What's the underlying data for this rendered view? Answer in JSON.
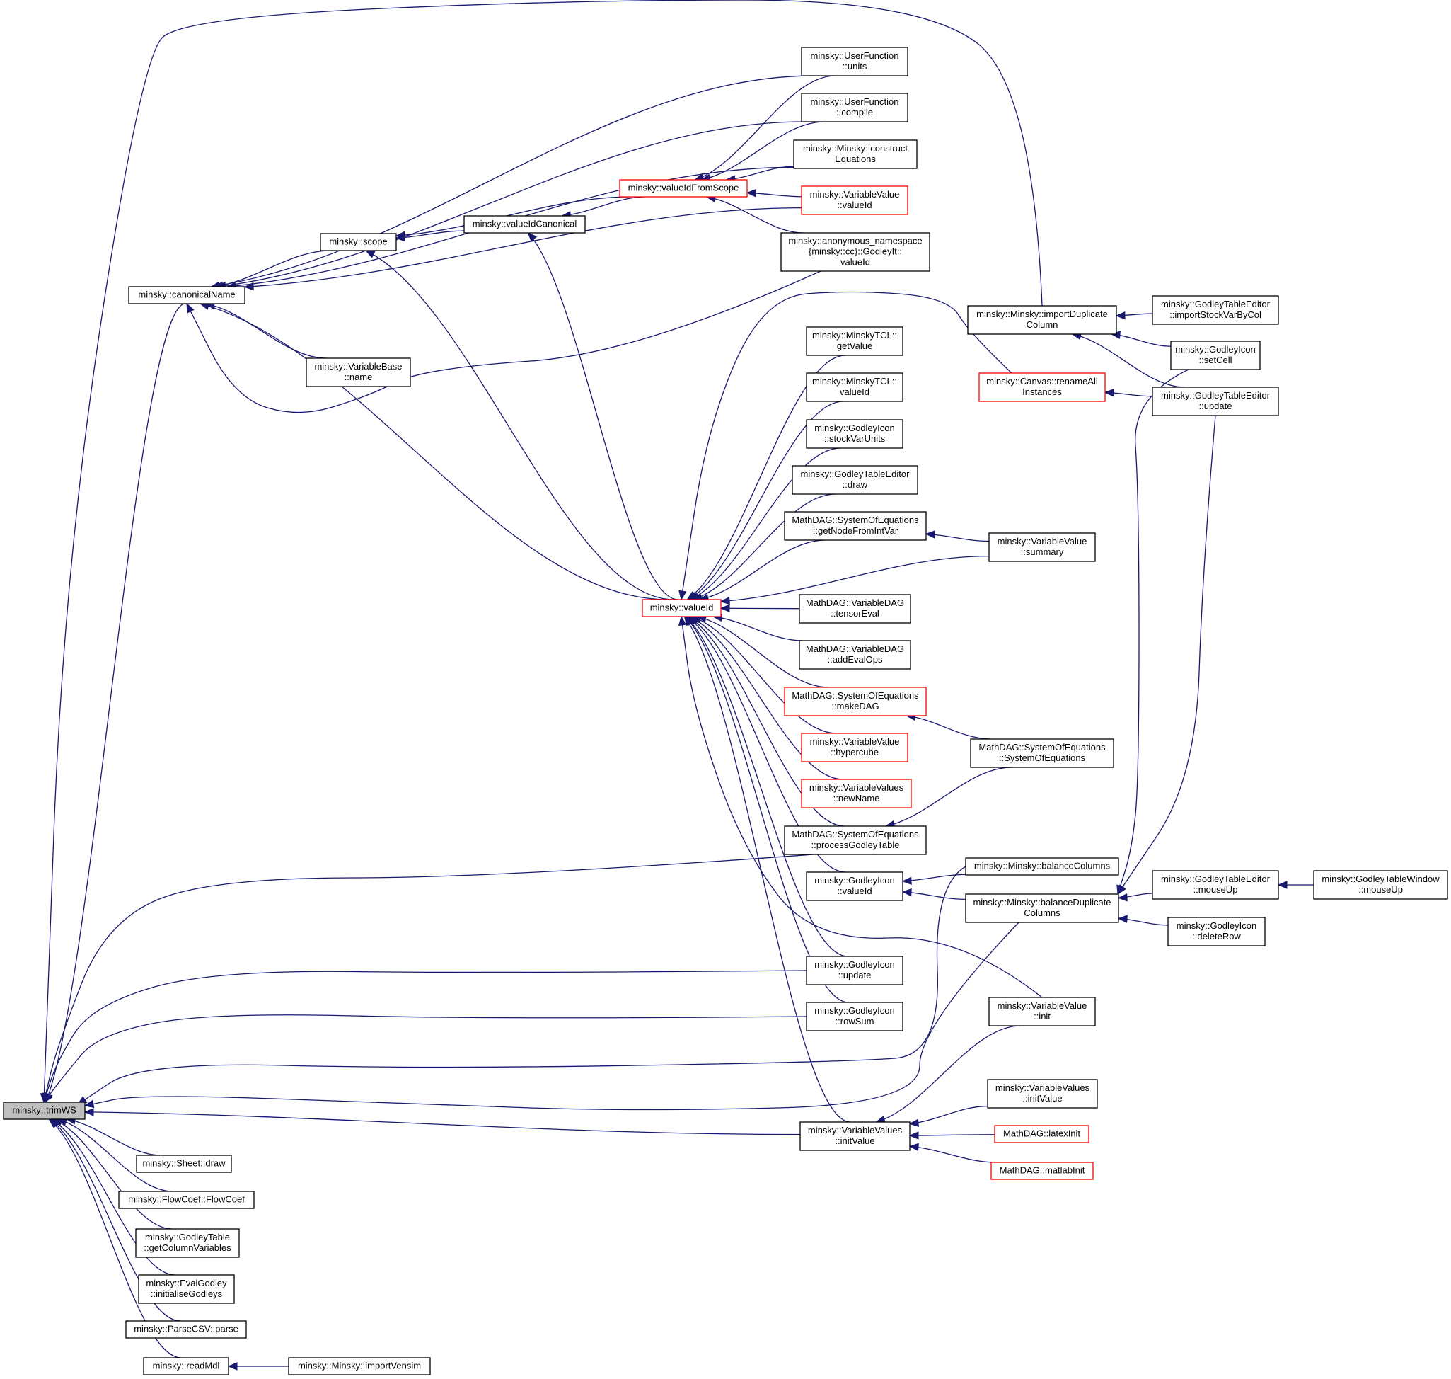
{
  "diagram": {
    "title": "Caller graph of minsky::trimWS",
    "colors": {
      "edge": "#191970",
      "root_fill": "#bfbfbf",
      "highlight_border": "#ff0000",
      "border": "#000000"
    },
    "nodes": {
      "trimWS": {
        "lines": [
          "minsky::trimWS"
        ],
        "style": "root"
      },
      "canonicalName": {
        "lines": [
          "minsky::canonicalName"
        ]
      },
      "scope": {
        "lines": [
          "minsky::scope"
        ]
      },
      "valueIdCanonical": {
        "lines": [
          "minsky::valueIdCanonical"
        ]
      },
      "valueIdFromScope": {
        "lines": [
          "minsky::valueIdFromScope"
        ],
        "style": "red"
      },
      "uf_units": {
        "lines": [
          "minsky::UserFunction",
          "::units"
        ]
      },
      "uf_compile": {
        "lines": [
          "minsky::UserFunction",
          "::compile"
        ]
      },
      "constructEquations": {
        "lines": [
          "minsky::Minsky::construct",
          "Equations"
        ]
      },
      "vv_valueId": {
        "lines": [
          "minsky::VariableValue",
          "::valueId"
        ],
        "style": "red"
      },
      "anon_valueId": {
        "lines": [
          "minsky::anonymous_namespace",
          "{minsky::cc}::GodleyIt::",
          "valueId"
        ]
      },
      "vb_name": {
        "lines": [
          "minsky::VariableBase",
          "::name"
        ]
      },
      "importDuplicateColumn": {
        "lines": [
          "minsky::Minsky::importDuplicate",
          "Column"
        ]
      },
      "gte_importStockVarByCol": {
        "lines": [
          "minsky::GodleyTableEditor",
          "::importStockVarByCol"
        ]
      },
      "gi_setCell": {
        "lines": [
          "minsky::GodleyIcon",
          "::setCell"
        ]
      },
      "gte_update": {
        "lines": [
          "minsky::GodleyTableEditor",
          "::update"
        ]
      },
      "renameAllInstances": {
        "lines": [
          "minsky::Canvas::renameAll",
          "Instances"
        ],
        "style": "red"
      },
      "tcl_getValue": {
        "lines": [
          "minsky::MinskyTCL::",
          "getValue"
        ]
      },
      "tcl_valueId": {
        "lines": [
          "minsky::MinskyTCL::",
          "valueId"
        ]
      },
      "gi_stockVarUnits": {
        "lines": [
          "minsky::GodleyIcon",
          "::stockVarUnits"
        ]
      },
      "gte_draw": {
        "lines": [
          "minsky::GodleyTableEditor",
          "::draw"
        ]
      },
      "soe_getNode": {
        "lines": [
          "MathDAG::SystemOfEquations",
          "::getNodeFromIntVar"
        ]
      },
      "vv_summary": {
        "lines": [
          "minsky::VariableValue",
          "::summary"
        ]
      },
      "valueId": {
        "lines": [
          "minsky::valueId"
        ],
        "style": "red"
      },
      "vdag_tensorEval": {
        "lines": [
          "MathDAG::VariableDAG",
          "::tensorEval"
        ]
      },
      "vdag_addEvalOps": {
        "lines": [
          "MathDAG::VariableDAG",
          "::addEvalOps"
        ]
      },
      "soe_makeDAG": {
        "lines": [
          "MathDAG::SystemOfEquations",
          "::makeDAG"
        ],
        "style": "red"
      },
      "soe_ctor": {
        "lines": [
          "MathDAG::SystemOfEquations",
          "::SystemOfEquations"
        ]
      },
      "vv_hypercube": {
        "lines": [
          "minsky::VariableValue",
          "::hypercube"
        ],
        "style": "red"
      },
      "vvs_newName": {
        "lines": [
          "minsky::VariableValues",
          "::newName"
        ],
        "style": "red"
      },
      "soe_processGodley": {
        "lines": [
          "MathDAG::SystemOfEquations",
          "::processGodleyTable"
        ]
      },
      "gi_valueId": {
        "lines": [
          "minsky::GodleyIcon",
          "::valueId"
        ]
      },
      "balanceColumns": {
        "lines": [
          "minsky::Minsky::balanceColumns"
        ]
      },
      "balanceDuplicateColumns": {
        "lines": [
          "minsky::Minsky::balanceDuplicate",
          "Columns"
        ]
      },
      "gte_mouseUp": {
        "lines": [
          "minsky::GodleyTableEditor",
          "::mouseUp"
        ]
      },
      "gtw_mouseUp": {
        "lines": [
          "minsky::GodleyTableWindow",
          "::mouseUp"
        ]
      },
      "gi_deleteRow": {
        "lines": [
          "minsky::GodleyIcon",
          "::deleteRow"
        ]
      },
      "gi_update": {
        "lines": [
          "minsky::GodleyIcon",
          "::update"
        ]
      },
      "gi_rowSum": {
        "lines": [
          "minsky::GodleyIcon",
          "::rowSum"
        ]
      },
      "vv_init": {
        "lines": [
          "minsky::VariableValue",
          "::init"
        ]
      },
      "vvs_initValue_r": {
        "lines": [
          "minsky::VariableValues",
          "::initValue"
        ]
      },
      "vvs_initValue": {
        "lines": [
          "minsky::VariableValues",
          "::initValue"
        ]
      },
      "latexInit": {
        "lines": [
          "MathDAG::latexInit"
        ],
        "style": "red"
      },
      "matlabInit": {
        "lines": [
          "MathDAG::matlabInit"
        ],
        "style": "red"
      },
      "sheet_draw": {
        "lines": [
          "minsky::Sheet::draw"
        ]
      },
      "flowCoef": {
        "lines": [
          "minsky::FlowCoef::FlowCoef"
        ]
      },
      "gt_getColumnVariables": {
        "lines": [
          "minsky::GodleyTable",
          "::getColumnVariables"
        ]
      },
      "eg_initialiseGodleys": {
        "lines": [
          "minsky::EvalGodley",
          "::initialiseGodleys"
        ]
      },
      "parseCSV": {
        "lines": [
          "minsky::ParseCSV::parse"
        ]
      },
      "readMdl": {
        "lines": [
          "minsky::readMdl"
        ]
      },
      "importVensim": {
        "lines": [
          "minsky::Minsky::importVensim"
        ]
      }
    },
    "edges": [
      [
        "canonicalName",
        "trimWS"
      ],
      [
        "scope",
        "canonicalName"
      ],
      [
        "valueIdCanonical",
        "scope"
      ],
      [
        "valueIdFromScope",
        "scope"
      ],
      [
        "valueIdFromScope",
        "valueIdCanonical"
      ],
      [
        "uf_units",
        "canonicalName"
      ],
      [
        "uf_units",
        "valueIdFromScope"
      ],
      [
        "uf_compile",
        "canonicalName"
      ],
      [
        "uf_compile",
        "valueIdFromScope"
      ],
      [
        "constructEquations",
        "canonicalName"
      ],
      [
        "constructEquations",
        "valueIdFromScope"
      ],
      [
        "vv_valueId",
        "canonicalName"
      ],
      [
        "vv_valueId",
        "valueIdFromScope"
      ],
      [
        "anon_valueId",
        "canonicalName"
      ],
      [
        "anon_valueId",
        "valueIdFromScope"
      ],
      [
        "vb_name",
        "canonicalName"
      ],
      [
        "valueId",
        "canonicalName"
      ],
      [
        "valueId",
        "scope"
      ],
      [
        "valueId",
        "valueIdCanonical"
      ],
      [
        "importDuplicateColumn",
        "trimWS"
      ],
      [
        "gte_importStockVarByCol",
        "importDuplicateColumn"
      ],
      [
        "gi_setCell",
        "importDuplicateColumn"
      ],
      [
        "gte_update",
        "importDuplicateColumn"
      ],
      [
        "gte_update",
        "renameAllInstances"
      ],
      [
        "renameAllInstances",
        "valueId"
      ],
      [
        "tcl_getValue",
        "valueId"
      ],
      [
        "tcl_valueId",
        "valueId"
      ],
      [
        "gi_stockVarUnits",
        "valueId"
      ],
      [
        "gte_draw",
        "valueId"
      ],
      [
        "soe_getNode",
        "valueId"
      ],
      [
        "vv_summary",
        "soe_getNode"
      ],
      [
        "vv_summary",
        "valueId"
      ],
      [
        "vdag_tensorEval",
        "valueId"
      ],
      [
        "vdag_addEvalOps",
        "valueId"
      ],
      [
        "soe_makeDAG",
        "valueId"
      ],
      [
        "soe_ctor",
        "soe_makeDAG"
      ],
      [
        "vv_hypercube",
        "valueId"
      ],
      [
        "vvs_newName",
        "valueId"
      ],
      [
        "soe_processGodley",
        "valueId"
      ],
      [
        "soe_ctor",
        "soe_processGodley"
      ],
      [
        "soe_processGodley",
        "trimWS"
      ],
      [
        "gi_valueId",
        "valueId"
      ],
      [
        "balanceColumns",
        "gi_valueId"
      ],
      [
        "balanceDuplicateColumns",
        "gi_valueId"
      ],
      [
        "gte_mouseUp",
        "balanceDuplicateColumns"
      ],
      [
        "gtw_mouseUp",
        "gte_mouseUp"
      ],
      [
        "gi_deleteRow",
        "balanceDuplicateColumns"
      ],
      [
        "gi_setCell",
        "balanceDuplicateColumns"
      ],
      [
        "gte_update",
        "balanceDuplicateColumns"
      ],
      [
        "gi_update",
        "valueId"
      ],
      [
        "gi_update",
        "trimWS"
      ],
      [
        "gi_rowSum",
        "valueId"
      ],
      [
        "gi_rowSum",
        "trimWS"
      ],
      [
        "vv_init",
        "valueId"
      ],
      [
        "balanceColumns",
        "trimWS"
      ],
      [
        "balanceDuplicateColumns",
        "trimWS"
      ],
      [
        "vvs_initValue",
        "valueId"
      ],
      [
        "vvs_initValue",
        "trimWS"
      ],
      [
        "vv_init",
        "vvs_initValue"
      ],
      [
        "vvs_initValue_r",
        "vvs_initValue"
      ],
      [
        "latexInit",
        "vvs_initValue"
      ],
      [
        "matlabInit",
        "vvs_initValue"
      ],
      [
        "sheet_draw",
        "trimWS"
      ],
      [
        "flowCoef",
        "trimWS"
      ],
      [
        "gt_getColumnVariables",
        "trimWS"
      ],
      [
        "eg_initialiseGodleys",
        "trimWS"
      ],
      [
        "parseCSV",
        "trimWS"
      ],
      [
        "readMdl",
        "trimWS"
      ],
      [
        "importVensim",
        "readMdl"
      ]
    ]
  }
}
